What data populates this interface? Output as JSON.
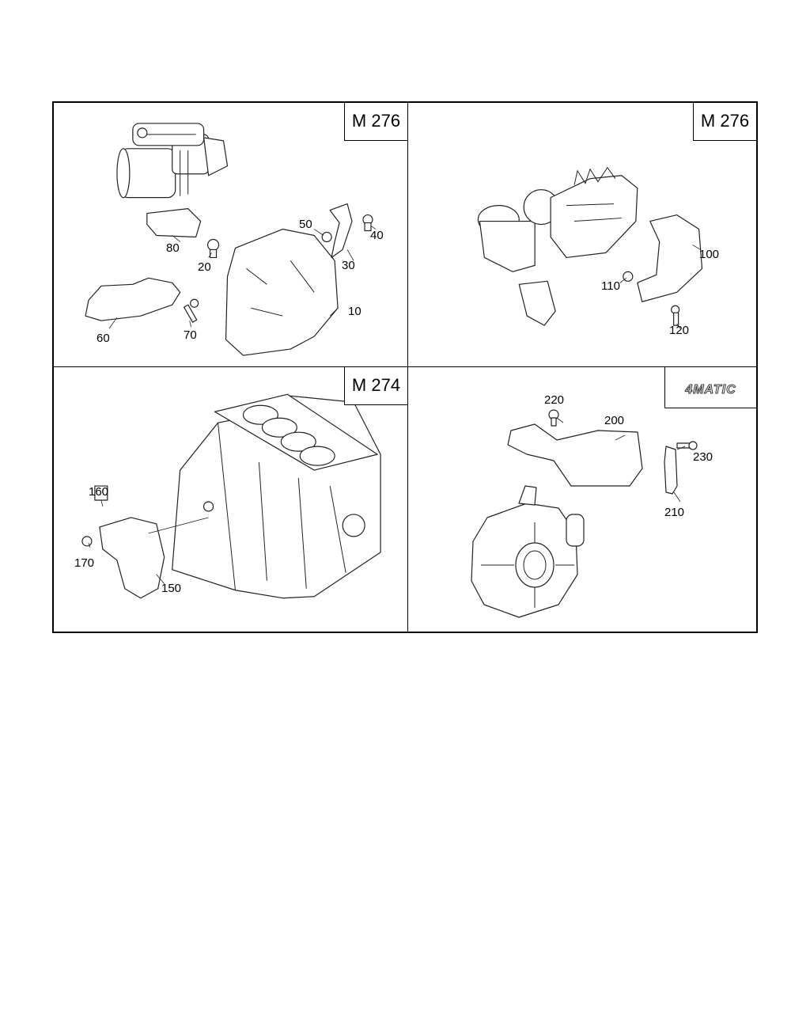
{
  "panels": {
    "top_left": {
      "engine_tag": "M 276",
      "callouts": [
        "10",
        "20",
        "30",
        "40",
        "50",
        "60",
        "70",
        "80"
      ]
    },
    "top_right": {
      "engine_tag": "M 276",
      "callouts": [
        "100",
        "110",
        "120"
      ]
    },
    "bottom_left": {
      "engine_tag": "M 274",
      "callouts": [
        "150",
        "160",
        "170"
      ]
    },
    "bottom_right": {
      "logo_text": "4MATIC",
      "callouts": [
        "200",
        "210",
        "220",
        "230"
      ]
    }
  },
  "icons": {
    "starter": "starter-motor-icon",
    "turbo": "turbocharger-icon",
    "block": "engine-block-icon",
    "diff": "transfer-case-icon"
  }
}
